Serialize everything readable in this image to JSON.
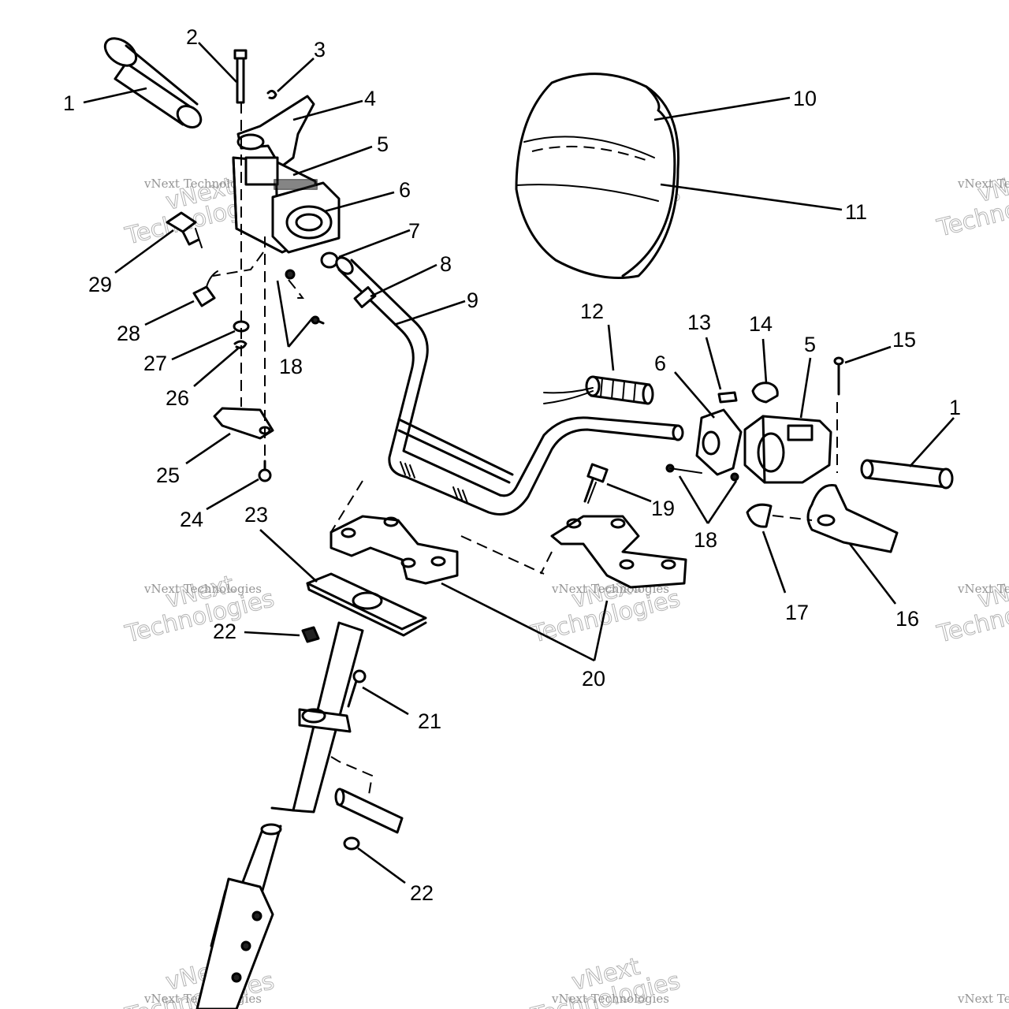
{
  "watermark": {
    "line1": "vNext",
    "line2": "Technologies",
    "small": "vNext Technologies"
  },
  "callouts": [
    {
      "n": "1"
    },
    {
      "n": "2"
    },
    {
      "n": "3"
    },
    {
      "n": "4"
    },
    {
      "n": "5"
    },
    {
      "n": "6"
    },
    {
      "n": "7"
    },
    {
      "n": "8"
    },
    {
      "n": "9"
    },
    {
      "n": "10"
    },
    {
      "n": "11"
    },
    {
      "n": "12"
    },
    {
      "n": "6"
    },
    {
      "n": "13"
    },
    {
      "n": "14"
    },
    {
      "n": "5"
    },
    {
      "n": "15"
    },
    {
      "n": "1"
    },
    {
      "n": "16"
    },
    {
      "n": "17"
    },
    {
      "n": "18"
    },
    {
      "n": "19"
    },
    {
      "n": "18"
    },
    {
      "n": "20"
    },
    {
      "n": "21"
    },
    {
      "n": "22"
    },
    {
      "n": "22"
    },
    {
      "n": "23"
    },
    {
      "n": "24"
    },
    {
      "n": "25"
    },
    {
      "n": "26"
    },
    {
      "n": "27"
    },
    {
      "n": "28"
    },
    {
      "n": "29"
    }
  ]
}
